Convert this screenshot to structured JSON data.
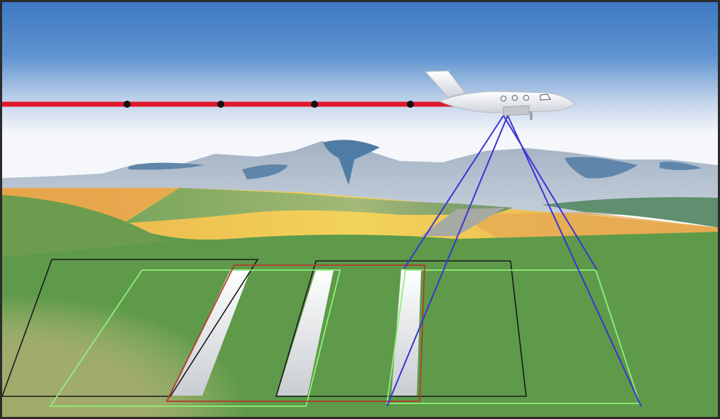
{
  "diagram": {
    "colors": {
      "sky_top": "#3f7ac4",
      "sky_bottom": "#f4f6fb",
      "flight_line": "#e0192d",
      "waypoint": "#111111",
      "scan_lines": "#3a34d6",
      "footprint_black": "#1a1a1a",
      "footprint_green": "#8ff07a",
      "footprint_red": "#b33a2c",
      "ground": "#5e9a4a",
      "mountains": "#aab8c8",
      "field_yellow": "#f2c24a"
    },
    "icons": [
      "airplane-icon"
    ],
    "waypoint_count": 4,
    "scan_line_count": 4,
    "strip_count": 3
  }
}
